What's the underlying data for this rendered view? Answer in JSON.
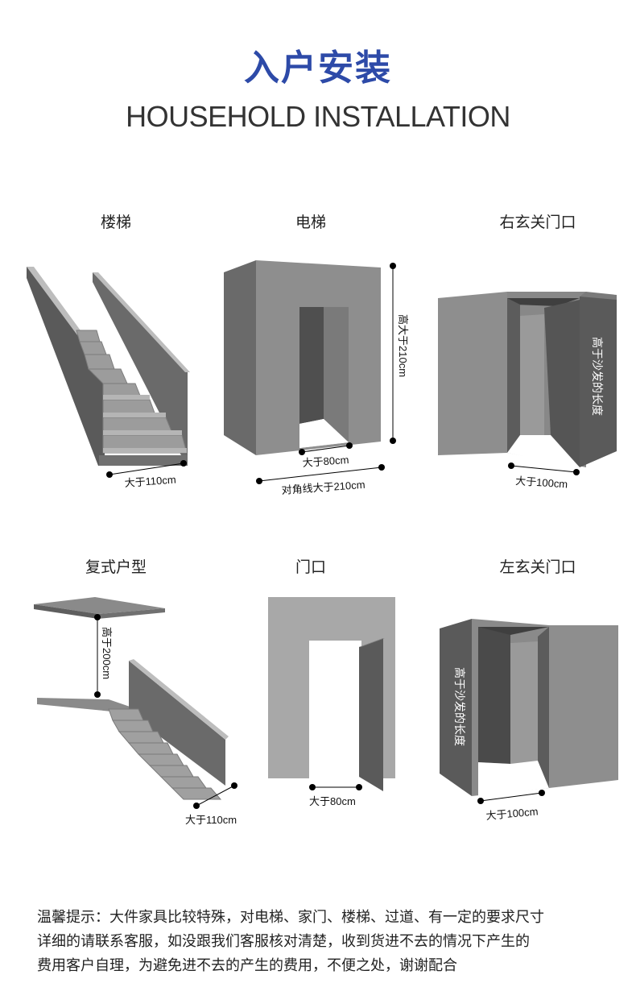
{
  "header": {
    "title_cn": "入户安装",
    "title_en": "HOUSEHOLD INSTALLATION"
  },
  "scenes": {
    "stairs": {
      "label": "楼梯",
      "dim_width": "大于110cm"
    },
    "elevator": {
      "label": "电梯",
      "dim_height": "高大于210cm",
      "dim_width": "大于80cm",
      "dim_diagonal": "对角线大于210cm"
    },
    "right_entrance": {
      "label": "右玄关门口",
      "wall_text": "高于沙发的长度",
      "dim_width": "大于100cm"
    },
    "duplex": {
      "label": "复式户型",
      "dim_height": "高于200cm",
      "dim_width": "大于110cm"
    },
    "doorway": {
      "label": "门口",
      "dim_width": "大于80cm"
    },
    "left_entrance": {
      "label": "左玄关门口",
      "wall_text": "高于沙发的长度",
      "dim_width": "大于100cm"
    }
  },
  "notice": {
    "line1": "温馨提示：大件家具比较特殊，对电梯、家门、楼梯、过道、有一定的要求尺寸",
    "line2": "详细的请联系客服，如没跟我们客服核对清楚，收到货进不去的情况下产生的",
    "line3": "费用客户自理，为避免进不去的产生的费用，不便之处，谢谢配合"
  },
  "colors": {
    "title_blue": "#2d4aa8",
    "wall_dark": "#5a5a5a",
    "wall_mid": "#8a8a8a",
    "wall_light": "#a8a8a8"
  }
}
